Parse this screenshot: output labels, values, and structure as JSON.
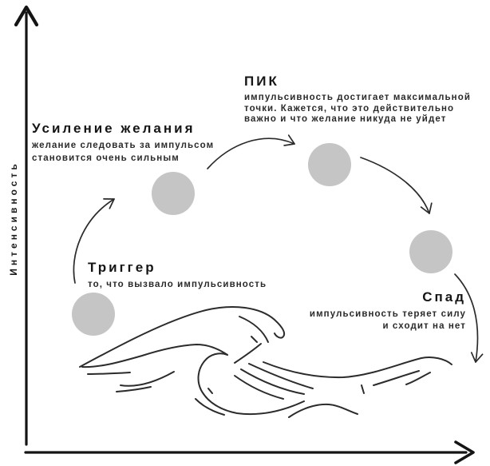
{
  "diagram": {
    "y_axis_label": "Интенсивность",
    "stages": [
      {
        "key": "trigger",
        "title": "Триггер",
        "lines": [
          "то, что вызвало импульсивность"
        ]
      },
      {
        "key": "desire",
        "title": "Усиление желания",
        "lines": [
          "желание следовать за импульсом",
          "становится очень сильным"
        ]
      },
      {
        "key": "peak",
        "title": "ПИК",
        "lines": [
          "импульсивность достигает максимальной",
          "точки. Кажется, что это действительно",
          "важно и что желание никуда не уйдет"
        ]
      },
      {
        "key": "decline",
        "title": "Спад",
        "lines": [
          "импульсивность теряет силу",
          "и сходит на нет"
        ]
      }
    ],
    "colors": {
      "node_fill": "#c5c5c5",
      "ink": "#1b1b1b",
      "stroke": "#2b2b2b"
    }
  }
}
